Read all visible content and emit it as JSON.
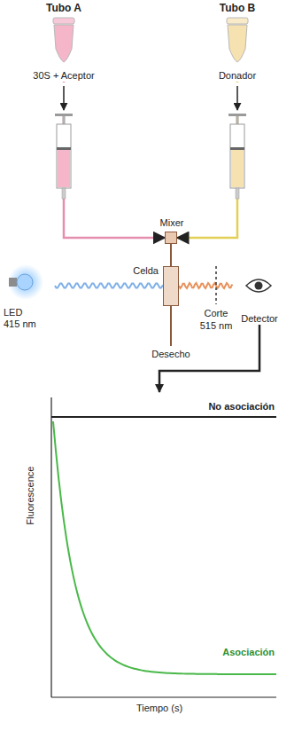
{
  "diagram": {
    "nodes": [
      {
        "text": [
          "Tubo A",
          "30S + Aceptor"
        ]
      },
      {
        "text": [
          "Tubo B",
          "Donador"
        ]
      },
      {
        "text": [
          "Mixer"
        ]
      },
      {
        "text": [
          "Celda"
        ]
      },
      {
        "text": [
          "LED",
          "415 nm"
        ]
      },
      {
        "text": [
          "Detector"
        ]
      },
      {
        "text": [
          "Fluorescence",
          "Tiempo (s)",
          "No asociación",
          "Asociación"
        ]
      }
    ],
    "edges": [
      {
        "from": 0,
        "to": 2,
        "arrow": "to"
      },
      {
        "from": 1,
        "to": 2,
        "arrow": "to"
      },
      {
        "from": 2,
        "to": 3,
        "arrow": "none"
      },
      {
        "from": 4,
        "to": 3,
        "arrow": "none"
      },
      {
        "from": 3,
        "to": 5,
        "arrow": "none"
      },
      {
        "from": 5,
        "to": 6,
        "arrow": "to"
      }
    ],
    "labels": [
      "Corte",
      "515 nm",
      "Desecho"
    ]
  }
}
